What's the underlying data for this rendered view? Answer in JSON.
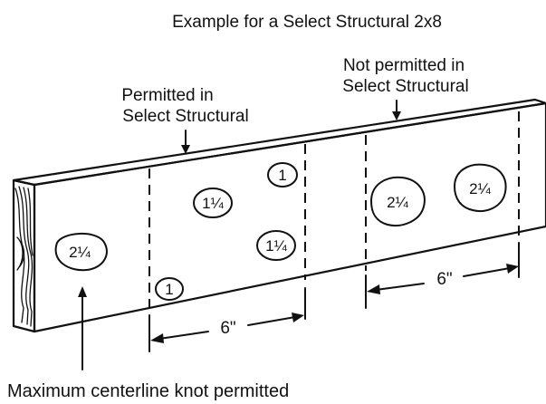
{
  "title": "Example for a Select Structural 2x8",
  "callouts": {
    "permitted": [
      "Permitted in",
      "Select Structural"
    ],
    "not_permitted": [
      "Not permitted in",
      "Select Structural"
    ],
    "max_centerline": "Maximum centerline knot permitted"
  },
  "dimensions": {
    "left_span": "6\"",
    "right_span": "6\""
  },
  "knots": {
    "edge_knot": "2¼",
    "top_small": "1",
    "mid_left": "1¼",
    "mid_right": "1¼",
    "bottom_small": "1",
    "right_a": "2¼",
    "right_b": "2¼"
  }
}
